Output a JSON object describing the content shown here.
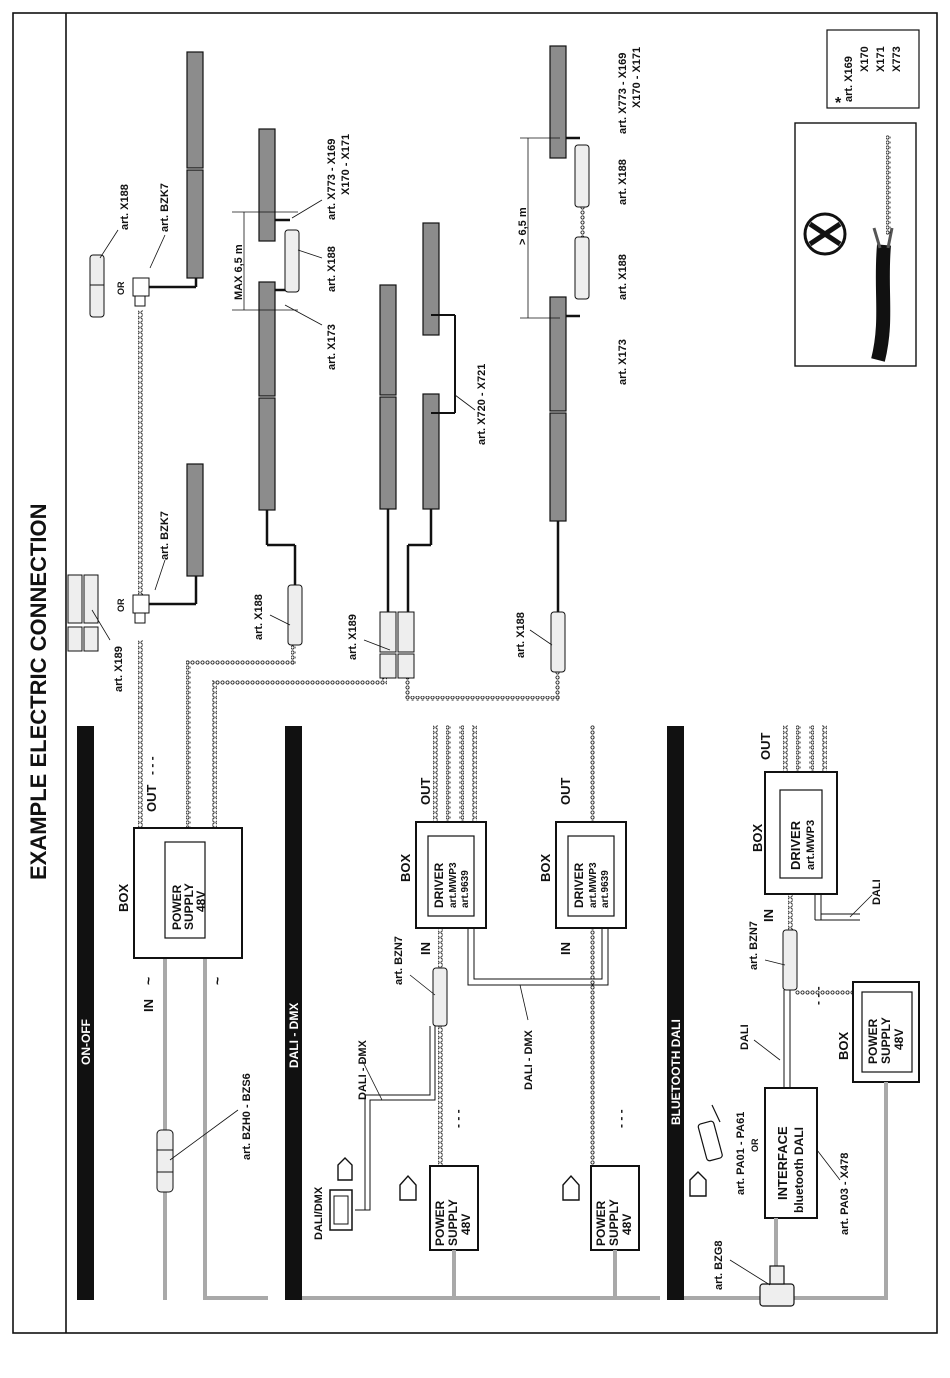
{
  "title": "EXAMPLE ELECTRIC CONNECTION",
  "sections": {
    "on_off": "ON-OFF",
    "dali_dmx": "DALI - DMX",
    "bluetooth_dali": "BLUETOOTH DALI"
  },
  "labels": {
    "box": "BOX",
    "in": "IN",
    "out": "OUT",
    "or": "OR",
    "power_supply_line1": "POWER",
    "power_supply_line2": "SUPPLY",
    "power_supply_line3": "48V",
    "driver": "DRIVER",
    "art_mwp3": "art.MWP3",
    "art_9639": "art.9639",
    "interface_line1": "INTERFACE",
    "interface_line2": "bluetooth DALI",
    "dali_dmx": "DALI - DMX",
    "dali_dmx_device": "DALI/DMX",
    "dali": "DALI",
    "max_65": "MAX 6,5 m",
    "gt_65": "> 6,5 m",
    "asterisk": "*"
  },
  "articles": {
    "bzh0_bzs6": "art. BZH0 - BZS6",
    "x189": "art. X189",
    "bzk7": "art. BZK7",
    "x188": "art. X188",
    "x173": "art. X173",
    "x773_x169": "art. X773 - X169",
    "x170_x171": "X170 - X171",
    "x720_x721": "art. X720 - X721",
    "bzn7": "art. BZN7",
    "pa01_pa61": "art. PA01 - PA61",
    "pa03_x478": "art. PA03 - X478",
    "bzg8": "art. BZG8"
  },
  "legend": {
    "art": "art. X169",
    "items": [
      "X170",
      "X171",
      "X773"
    ]
  },
  "colors": {
    "profile_fill": "#8c8c8c",
    "cable_gray": "#a9a9a9",
    "line_black": "#111111"
  },
  "icons": [
    "house-icon",
    "wrench-icon",
    "cable-icon",
    "connector-icon",
    "bluetooth-remote-icon"
  ]
}
